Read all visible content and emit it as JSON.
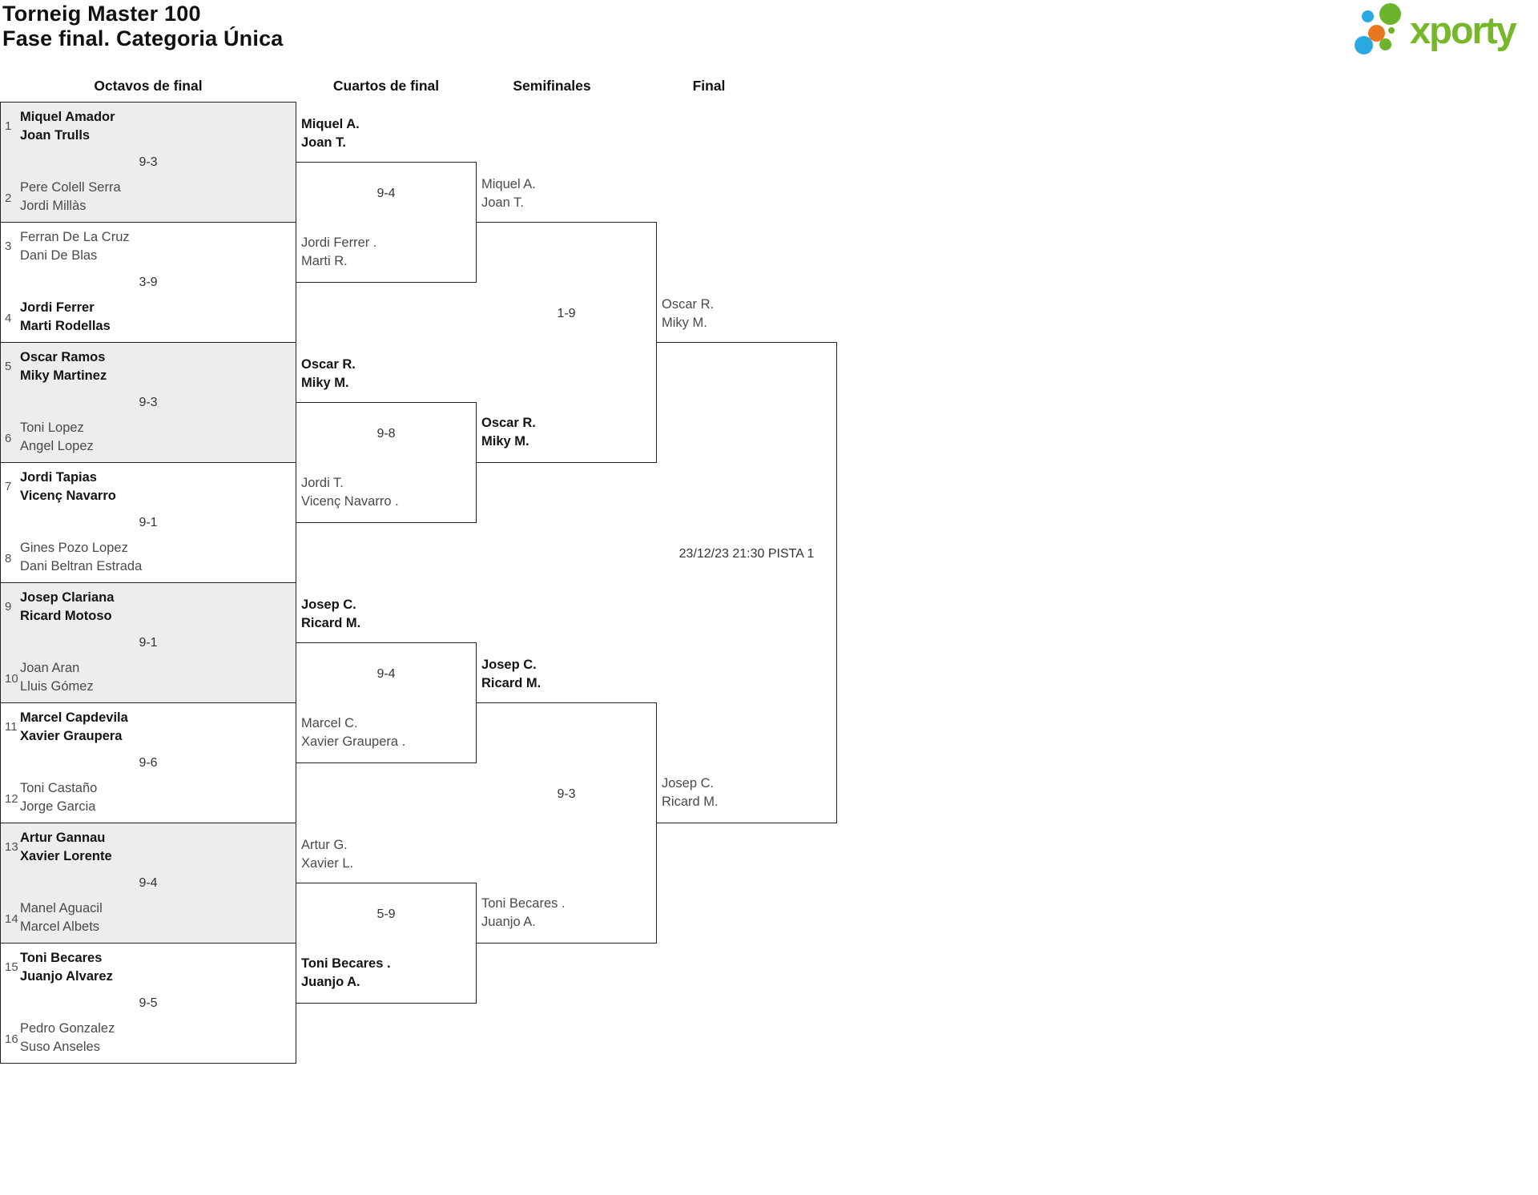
{
  "header": {
    "title_line1": "Torneig Master 100",
    "title_line2": "Fase final. Categoria Única",
    "logo_text": "xporty"
  },
  "round_labels": {
    "round_of_16": "Octavos de final",
    "quarterfinals": "Cuartos de final",
    "semifinals": "Semifinales",
    "final": "Final"
  },
  "colors": {
    "logo_green": "#76b82a",
    "logo_blue": "#2aa9e0",
    "logo_orange": "#e8781d",
    "shaded_match_bg": "#ededed",
    "bracket_line": "#222222"
  },
  "rounds": {
    "round_of_16": [
      {
        "seed1": "1",
        "team1": [
          "Miquel Amador",
          "Joan Trulls"
        ],
        "score": "9-3",
        "seed2": "2",
        "team2": [
          "Pere Colell Serra",
          "Jordi Millàs"
        ],
        "winner": "team1"
      },
      {
        "seed1": "3",
        "team1": [
          "Ferran De La Cruz",
          "Dani De Blas"
        ],
        "score": "3-9",
        "seed2": "4",
        "team2": [
          "Jordi Ferrer",
          "Marti Rodellas"
        ],
        "winner": "team2"
      },
      {
        "seed1": "5",
        "team1": [
          "Oscar Ramos",
          "Miky Martinez"
        ],
        "score": "9-3",
        "seed2": "6",
        "team2": [
          "Toni Lopez",
          "Angel Lopez"
        ],
        "winner": "team1"
      },
      {
        "seed1": "7",
        "team1": [
          "Jordi Tapias",
          "Vicenç Navarro"
        ],
        "score": "9-1",
        "seed2": "8",
        "team2": [
          "Gines Pozo Lopez",
          "Dani Beltran Estrada"
        ],
        "winner": "team1"
      },
      {
        "seed1": "9",
        "team1": [
          "Josep Clariana",
          "Ricard Motoso"
        ],
        "score": "9-1",
        "seed2": "10",
        "team2": [
          "Joan Aran",
          "Lluis Gómez"
        ],
        "winner": "team1"
      },
      {
        "seed1": "11",
        "team1": [
          "Marcel Capdevila",
          "Xavier Graupera"
        ],
        "score": "9-6",
        "seed2": "12",
        "team2": [
          "Toni Castaño",
          "Jorge Garcia"
        ],
        "winner": "team1"
      },
      {
        "seed1": "13",
        "team1": [
          "Artur Gannau",
          "Xavier Lorente"
        ],
        "score": "9-4",
        "seed2": "14",
        "team2": [
          "Manel Aguacil",
          "Marcel Albets"
        ],
        "winner": "team1"
      },
      {
        "seed1": "15",
        "team1": [
          "Toni Becares",
          "Juanjo Alvarez"
        ],
        "score": "9-5",
        "seed2": "16",
        "team2": [
          "Pedro Gonzalez",
          "Suso Anseles"
        ],
        "winner": "team1"
      }
    ],
    "quarterfinals": [
      {
        "team1": [
          "Miquel A.",
          "Joan T."
        ],
        "score": "9-4",
        "team2": [
          "Jordi Ferrer .",
          "Marti R."
        ],
        "winner": "team1"
      },
      {
        "team1": [
          "Oscar R.",
          "Miky M."
        ],
        "score": "9-8",
        "team2": [
          "Jordi T.",
          "Vicenç Navarro ."
        ],
        "winner": "team1"
      },
      {
        "team1": [
          "Josep C.",
          "Ricard M."
        ],
        "score": "9-4",
        "team2": [
          "Marcel C.",
          "Xavier Graupera ."
        ],
        "winner": "team1"
      },
      {
        "team1": [
          "Artur G.",
          "Xavier L."
        ],
        "score": "5-9",
        "team2": [
          "Toni Becares .",
          "Juanjo A."
        ],
        "winner": "team2"
      }
    ],
    "semifinals": [
      {
        "team1": [
          "Miquel A.",
          "Joan T."
        ],
        "score": "1-9",
        "team2": [
          "Oscar R.",
          "Miky M."
        ],
        "winner": "team2"
      },
      {
        "team1": [
          "Josep C.",
          "Ricard M."
        ],
        "score": "9-3",
        "team2": [
          "Toni Becares .",
          "Juanjo A."
        ],
        "winner": "team1"
      }
    ],
    "final": [
      {
        "team1": [
          "Oscar R.",
          "Miky M."
        ],
        "schedule": "23/12/23 21:30 PISTA 1",
        "team2": [
          "Josep C.",
          "Ricard M."
        ],
        "winner": null
      }
    ]
  }
}
